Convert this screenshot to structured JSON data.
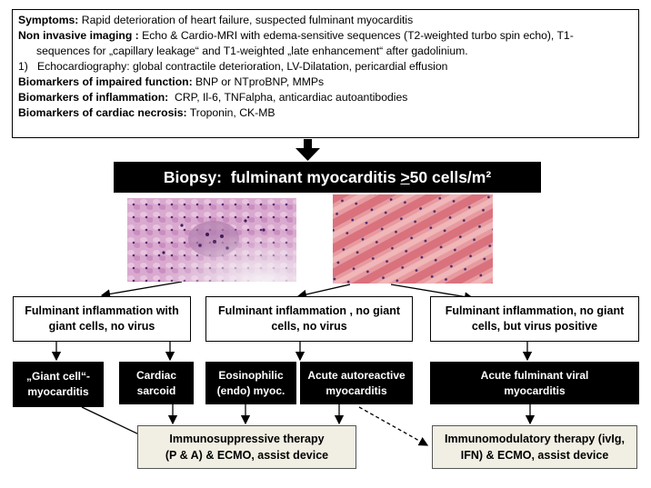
{
  "symptoms": {
    "label": "Symptoms:",
    "text": "Rapid deterioration of heart failure, suspected fulminant myocarditis"
  },
  "imaging": {
    "label": "Non  invasive imaging :",
    "text1": "Echo & Cardio-MRI with edema-sensitive sequences (T2-weighted turbo spin echo), T1-",
    "text2": "sequences for „capillary leakage“ and T1-weighted „late enhancement“ after gadolinium."
  },
  "echo": {
    "number": "1)",
    "text": "Echocardiography:  global contractile deterioration, LV-Dilatation, pericardial effusion"
  },
  "impaired": {
    "label": "Biomarkers of impaired function:",
    "text": "BNP or NTproBNP, MMPs"
  },
  "inflammation": {
    "label": "Biomarkers of inflammation:",
    "text": "CRP, Il-6, TNFalpha, anticardiac autoantibodies"
  },
  "necrosis": {
    "label": "Biomarkers of cardiac necrosis:",
    "text": "Troponin, CK-MB"
  },
  "biopsy": {
    "prefix": "Biopsy:  fulminant myocarditis ",
    "ge": ">",
    "suffix": "50 cells/m²"
  },
  "branches": {
    "giant": {
      "line1": "Fulminant inflammation  with",
      "line2": "giant cells, no virus"
    },
    "nogiant": {
      "line1": "Fulminant inflammation , no giant",
      "line2": "cells, no virus"
    },
    "virus": {
      "line1": "Fulminant inflammation, no giant",
      "line2": "cells, but virus positive"
    }
  },
  "diagnoses": {
    "giantcell": {
      "line1": "„Giant cell“-",
      "line2": "myocarditis"
    },
    "sarcoid": {
      "line1": "Cardiac",
      "line2": "sarcoid"
    },
    "eosinophilic": {
      "line1": "Eosinophilic",
      "line2": "(endo) myoc."
    },
    "autoreactive": {
      "line1": "Acute autoreactive",
      "line2": "myocarditis"
    },
    "viral": {
      "line1": "Acute fulminant viral",
      "line2": "myocarditis"
    }
  },
  "therapies": {
    "immunosuppressive": {
      "line1": "Immunosuppressive therapy",
      "line2": "(P & A)  & ECMO,  assist device"
    },
    "immunomodulatory": {
      "line1": "Immunomodulatory therapy (ivIg,",
      "line2": "IFN)  & ECMO, assist device"
    }
  }
}
